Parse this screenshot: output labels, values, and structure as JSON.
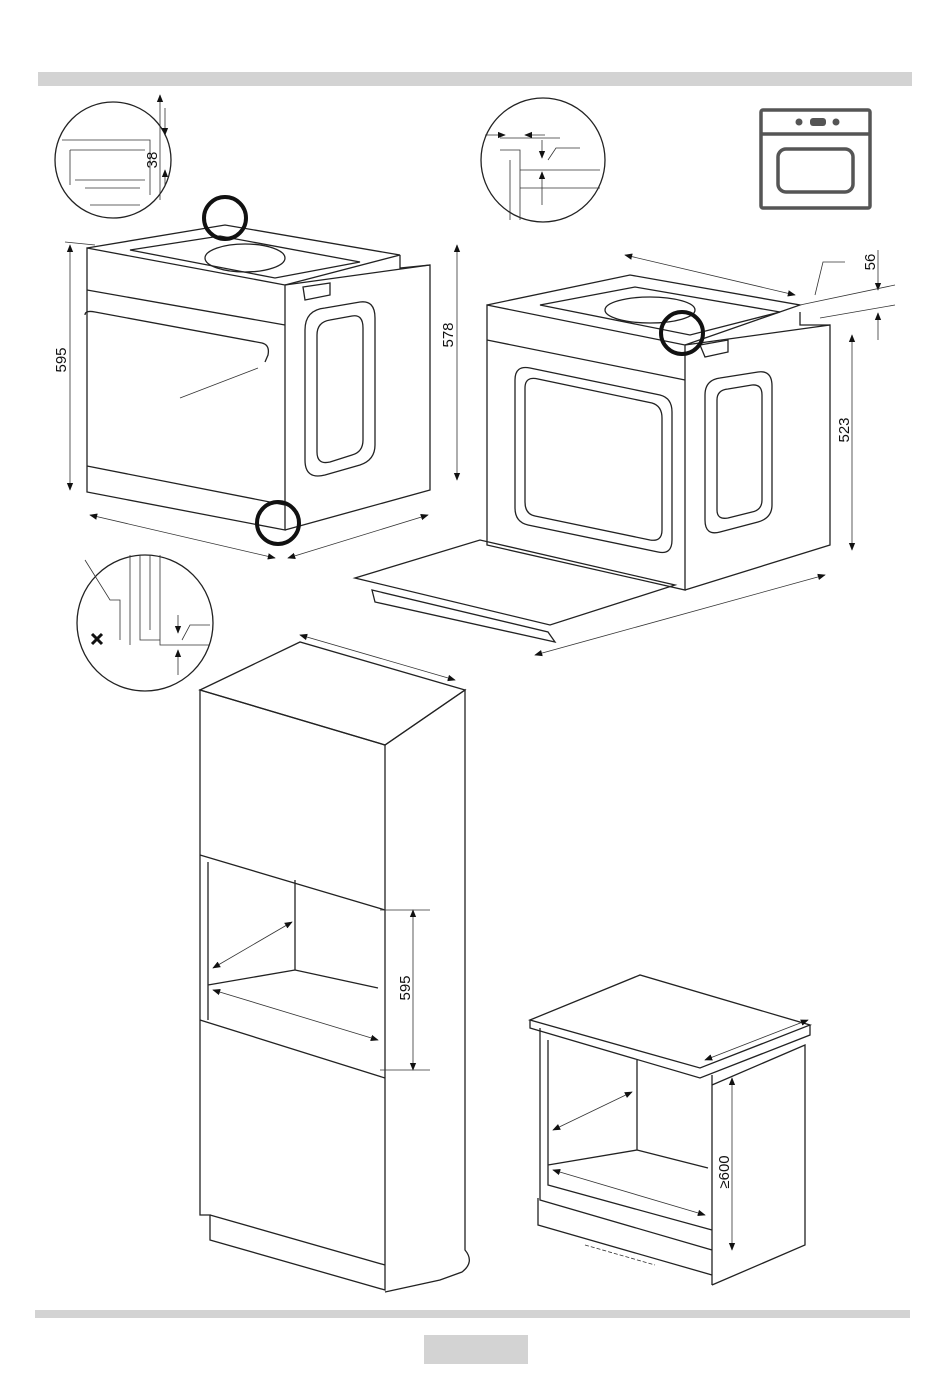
{
  "page": {
    "page_number": ""
  },
  "dimensions": {
    "inset_top_left": "38",
    "oven_height": "595",
    "oven_depth_total": "578",
    "panel_offset": "56",
    "body_height": "523",
    "tall_cabinet_opening": "595",
    "base_cabinet_min_height": "≥600"
  },
  "icons": [
    "built-in-oven-icon",
    "tilt-correction-x-icon"
  ],
  "colors": {
    "line": "#222222",
    "band": "#d3d3d3",
    "icon": "#555555"
  }
}
